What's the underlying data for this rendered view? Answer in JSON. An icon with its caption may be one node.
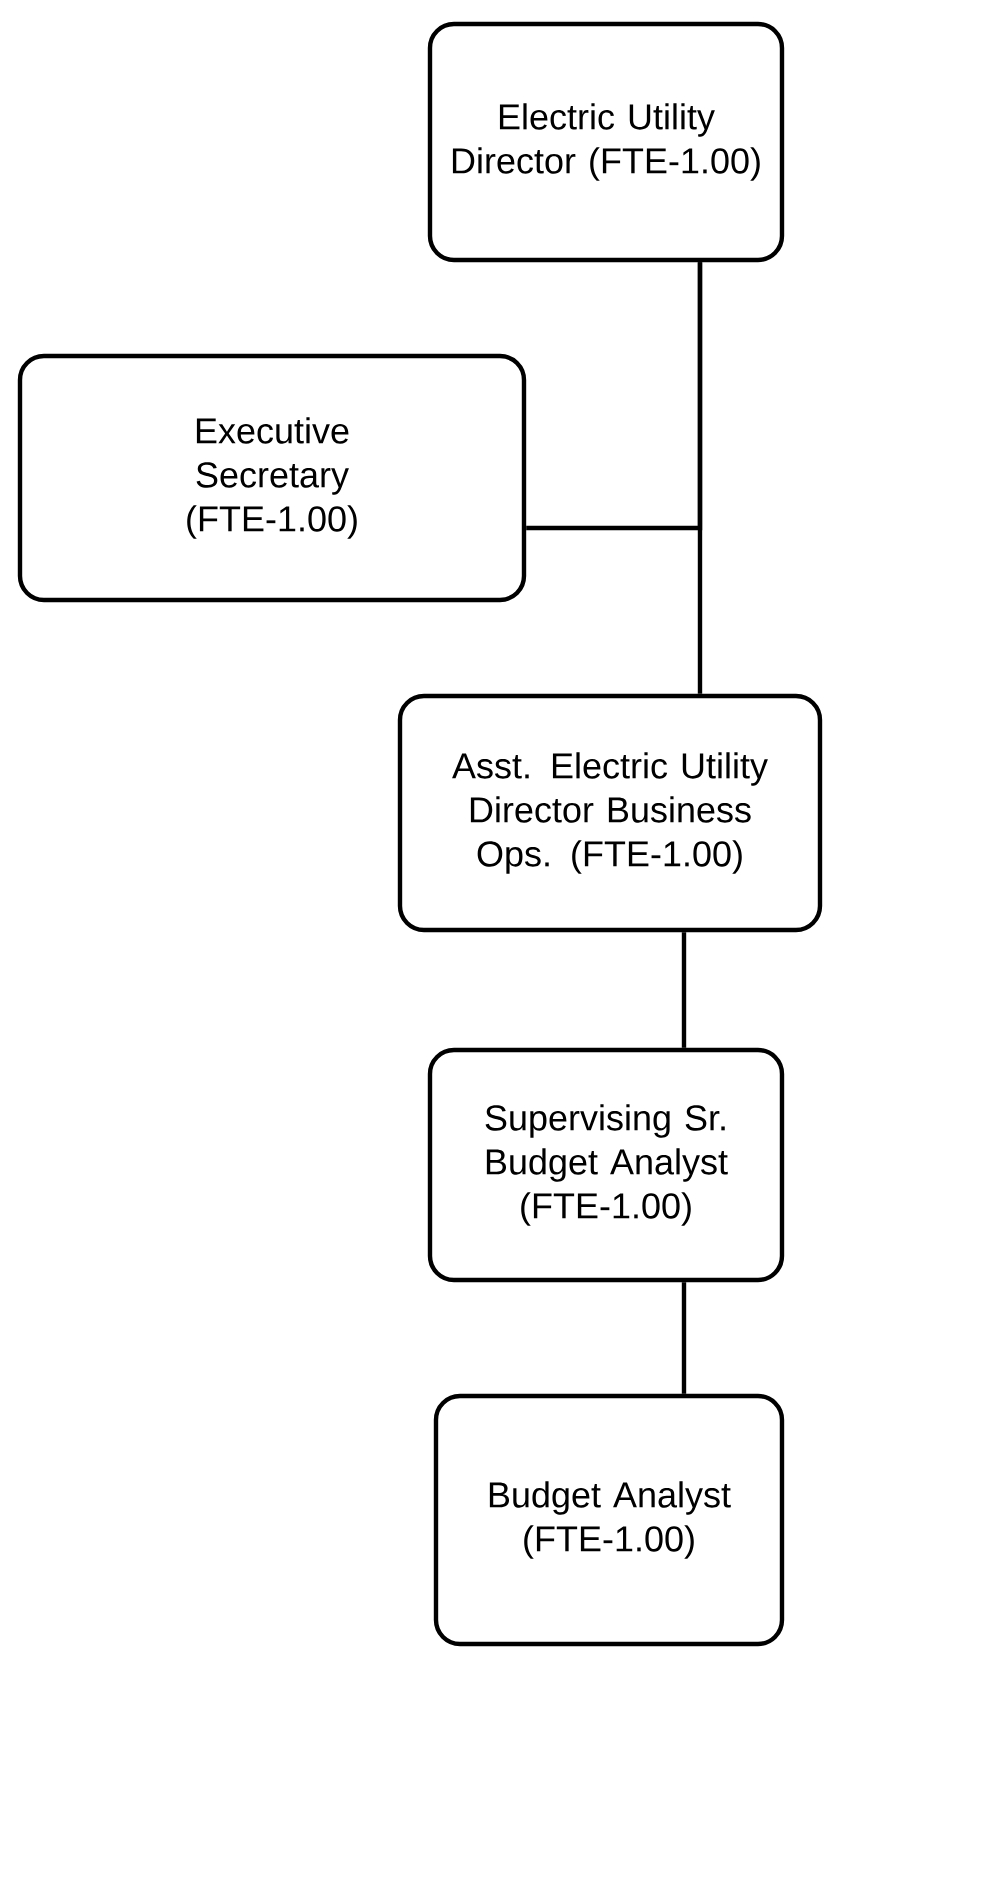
{
  "diagram": {
    "nodes": [
      {
        "text": [
          "Electric Utility Director (FTE-1.00)"
        ]
      },
      {
        "text": [
          "Executive Secretary (FTE-1.00)"
        ]
      },
      {
        "text": [
          "Asst. Electric Utility Director Business Ops. (FTE-1.00)"
        ]
      },
      {
        "text": [
          "Supervising Sr. Budget Analyst (FTE-1.00)"
        ]
      },
      {
        "text": [
          "Budget Analyst (FTE-1.00)"
        ]
      }
    ],
    "edges": [
      {
        "from": 0,
        "to": 1,
        "arrow": "none"
      },
      {
        "from": 0,
        "to": 2,
        "arrow": "none"
      },
      {
        "from": 2,
        "to": 3,
        "arrow": "none"
      },
      {
        "from": 3,
        "to": 4,
        "arrow": "none"
      }
    ]
  }
}
